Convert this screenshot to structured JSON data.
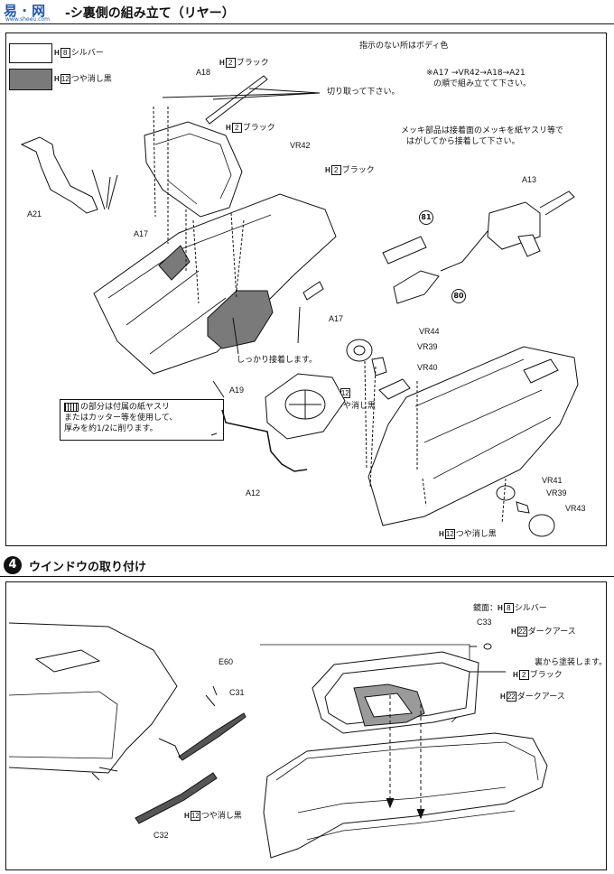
{
  "header": {
    "site_mark": "易 · 网",
    "site_url": "www.sheeu.com",
    "title_fragment": "-シ裏側の組み立て（リヤー）"
  },
  "legend": {
    "silver": {
      "code": "8",
      "prefix": "H",
      "name": "シルバー",
      "color": "#ffffff"
    },
    "matte_black": {
      "code": "12",
      "prefix": "H",
      "name": "つや消し黒",
      "color": "#7a7a7a"
    }
  },
  "section3": {
    "note_body_color": "指示のない所はボディ色",
    "order_line1": "※A17 →VR42→A18→A21",
    "order_line2": "の順で組み立てて下さい。",
    "plating_line1": "メッキ部品は接着面のメッキを紙ヤスリ等で",
    "plating_line2": "はがしてから接着して下さい。",
    "cut_off": "切り取って下さい。",
    "firmly_glue": "しっかり接着します。",
    "sand_note_line1": "の部分は付属の紙ヤスリ",
    "sand_note_line2": "またはカッター等を使用して、",
    "sand_note_line3": "厚みを約1/2に削ります。",
    "paint_black_a18": "2",
    "paint_black_a18_name": "ブラック",
    "paint_black_2": "2",
    "paint_black_2_name": "ブラック",
    "paint_black_3": "2",
    "paint_black_3_name": "ブラック",
    "paint_matte_vr40": "12",
    "paint_matte_vr40_name": "つや消し黒",
    "paint_matte_bottom": "12",
    "paint_matte_bottom_name": "つや消し黒",
    "paint_prefix": "H",
    "parts": {
      "a18": "A18",
      "vr42": "VR42",
      "a21": "A21",
      "a17a": "A17",
      "a17b": "A17",
      "a13": "A13",
      "vr44": "VR44",
      "vr39a": "VR39",
      "vr40": "VR40",
      "a19": "A19",
      "a12": "A12",
      "vr41": "VR41",
      "vr39b": "VR39",
      "vr43": "VR43",
      "c81": "81",
      "c80": "80"
    }
  },
  "section4": {
    "number": "4",
    "title": "ウインドウの取り付け",
    "mirror_label": "鏡面：",
    "mirror_code": "8",
    "mirror_name": "シルバー",
    "dark_earth_1_code": "22",
    "dark_earth_name": "ダークアース",
    "back_paint": "裏から塗装します。",
    "back_black_code": "2",
    "back_black_name": "ブラック",
    "dark_earth_2_code": "22",
    "wiper_code": "12",
    "wiper_name": "つや消し黒",
    "paint_prefix": "H",
    "parts": {
      "e60": "E60",
      "c31": "C31",
      "c32": "C32",
      "c33": "C33"
    }
  }
}
